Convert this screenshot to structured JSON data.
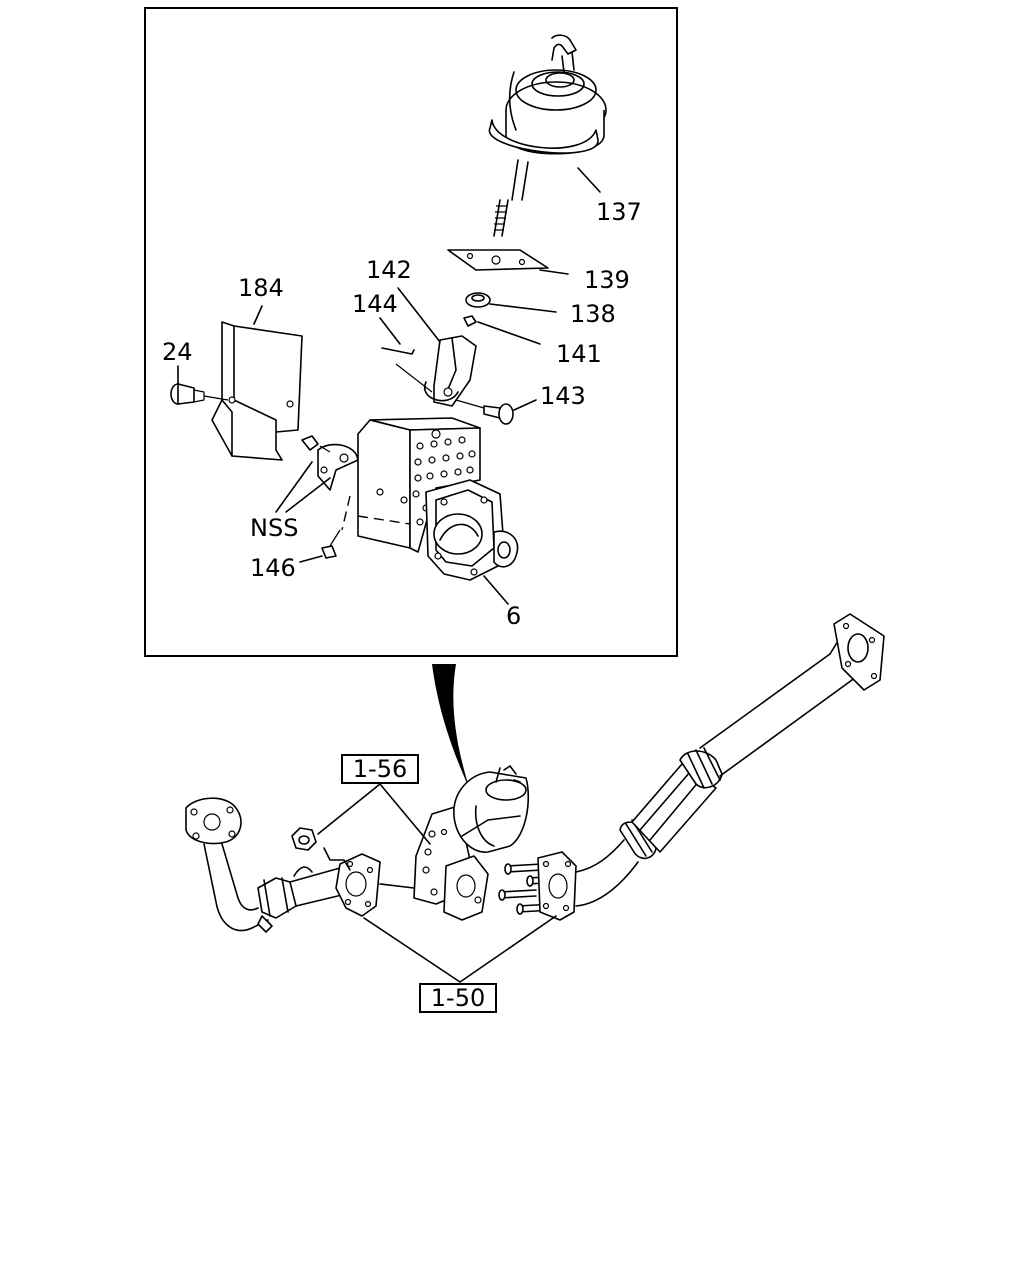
{
  "callouts": {
    "c137": "137",
    "c139": "139",
    "c142": "142",
    "c138": "138",
    "c184": "184",
    "c144": "144",
    "c141": "141",
    "c24": "24",
    "c143": "143",
    "nss": "NSS",
    "c146": "146",
    "c6": "6"
  },
  "references": {
    "ref_1_56": "1-56",
    "ref_1_50": "1-50"
  }
}
